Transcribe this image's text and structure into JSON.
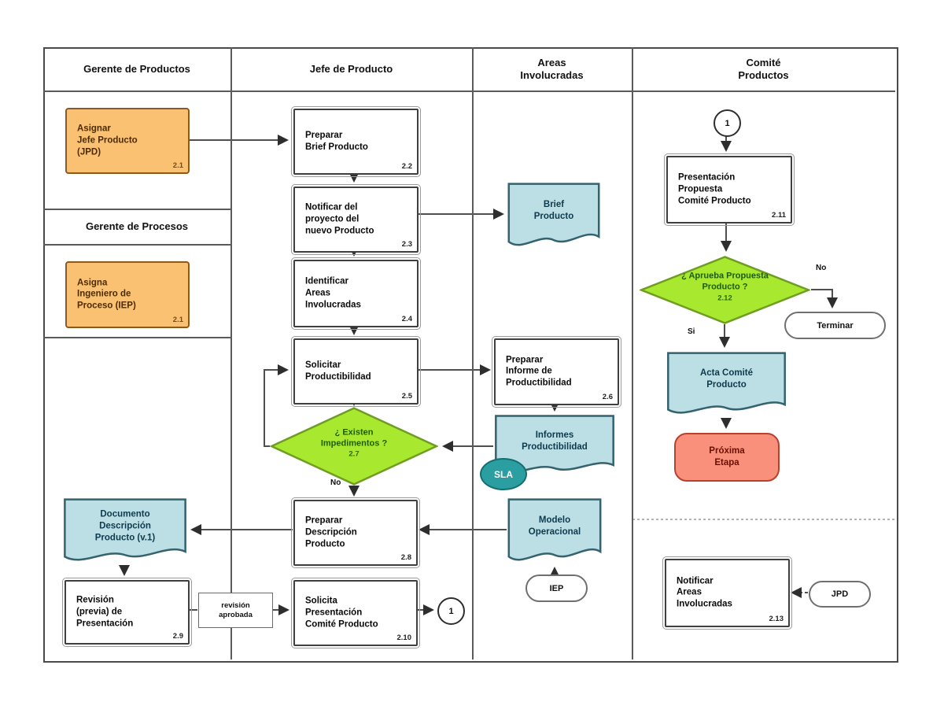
{
  "lanes": {
    "gerente_productos": "Gerente de Productos",
    "gerente_procesos": "Gerente de Procesos",
    "jefe_producto": "Jefe de Producto",
    "areas_involucradas": "Areas\nInvolucradas",
    "comite_productos": "Comité\nProductos"
  },
  "nodes": {
    "asignar_jefe_producto": {
      "label": "Asignar\nJefe Producto\n(JPD)",
      "num": "2.1"
    },
    "asigna_ingeniero_proceso": {
      "label": "Asigna\nIngeniero de\nProceso (IEP)",
      "num": "2.1"
    },
    "preparar_brief": {
      "label": "Preparar\nBrief Producto",
      "num": "2.2"
    },
    "notificar_proyecto": {
      "label": "Notificar del\nproyecto del\nnuevo Producto",
      "num": "2.3"
    },
    "identificar_areas": {
      "label": "Identificar\nAreas\nInvolucradas",
      "num": "2.4"
    },
    "solicitar_productibilidad": {
      "label": "Solicitar\nProductibilidad",
      "num": "2.5"
    },
    "preparar_informe": {
      "label": "Preparar\nInforme de\nProductibilidad",
      "num": "2.6"
    },
    "existen_impedimentos": {
      "label": "¿ Existen\nImpedimentos ?",
      "num": "2.7"
    },
    "preparar_descripcion": {
      "label": "Preparar\nDescripción\nProducto",
      "num": "2.8"
    },
    "revision_previa": {
      "label": "Revisión\n(previa) de\nPresentación",
      "num": "2.9"
    },
    "solicita_presentacion": {
      "label": "Solicita\nPresentación\nComité Producto",
      "num": "2.10"
    },
    "presentacion_propuesta": {
      "label": "Presentación\nPropuesta\nComité Producto",
      "num": "2.11"
    },
    "aprueba_propuesta": {
      "label": "¿ Aprueba Propuesta\nProducto ?",
      "num": "2.12"
    },
    "notificar_areas": {
      "label": "Notificar\nAreas\nInvolucradas",
      "num": "2.13"
    },
    "doc_brief": {
      "label": "Brief\nProducto"
    },
    "doc_informes": {
      "label": "Informes\nProductibilidad"
    },
    "doc_modelo": {
      "label": "Modelo\nOperacional"
    },
    "doc_acta": {
      "label": "Acta Comité\nProducto"
    },
    "doc_descripcion": {
      "label": "Documento\nDescripción\nProducto (v.1)"
    },
    "terminar": {
      "label": "Terminar"
    },
    "proxima_etapa": {
      "label": "Próxima\nEtapa"
    },
    "sla": {
      "label": "SLA"
    },
    "iep": {
      "label": "IEP"
    },
    "jpd": {
      "label": "JPD"
    },
    "revision_aprobada": {
      "label": "revisión\naprobada"
    }
  },
  "edge_labels": {
    "no_impedimentos": "No",
    "no_aprueba": "No",
    "si_aprueba": "Si"
  },
  "connectors": {
    "one_left": "1",
    "one_right": "1"
  },
  "colors": {
    "task_orange": "#FBC172",
    "doc_blue": "#BCDFE5",
    "decision_green": "#A8E92F",
    "sla_teal": "#2B9EA1",
    "etapa_salmon": "#F8907B"
  }
}
